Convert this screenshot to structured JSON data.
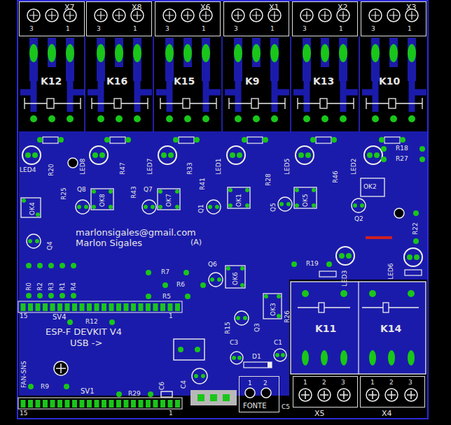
{
  "diagram": {
    "nodes": [
      {
        "text": [
          "X7",
          "3",
          "1"
        ]
      },
      {
        "text": [
          "X8",
          "3",
          "1"
        ]
      },
      {
        "text": [
          "X6",
          "3",
          "1"
        ]
      },
      {
        "text": [
          "X1",
          "3",
          "1"
        ]
      },
      {
        "text": [
          "X2",
          "3",
          "1"
        ]
      },
      {
        "text": [
          "X3",
          "3",
          "1"
        ]
      },
      {
        "text": [
          "1",
          "2",
          "FONTE"
        ]
      },
      {
        "text": [
          "1",
          "2",
          "3",
          "X5"
        ]
      },
      {
        "text": [
          "1",
          "2",
          "3",
          "X4"
        ]
      }
    ],
    "labels": [
      "K12",
      "K16",
      "K15",
      "K9",
      "K13",
      "K10",
      "LED4",
      "LED8",
      "LED7",
      "LED1",
      "LED5",
      "LED2",
      "R20",
      "R25",
      "R47",
      "R43",
      "R33",
      "R41",
      "R28",
      "R46",
      "R18",
      "R27",
      "Q8",
      "Q7",
      "OK4",
      "OK8",
      "OK7",
      "Q1",
      "OK1",
      "Q5",
      "OK5",
      "OK2",
      "Q2",
      "R22",
      "Q4",
      "marlonsigales@gmail.com",
      "Marlon Sigales",
      "(A)",
      "LED3",
      "LED6",
      "R19",
      "Q6",
      "OK6",
      "R7",
      "R6",
      "R5",
      "R0",
      "R2",
      "R3",
      "R1",
      "R4",
      "OK3",
      "R26",
      "15",
      "SV4",
      "R12",
      "1",
      "R15",
      "Q3",
      "ESP-F DEVKIT V4",
      "USB ->",
      "C3",
      "C1",
      "FAN-SNS",
      "D1",
      "R9",
      "SV1",
      "R29",
      "C6",
      "C4",
      "C5",
      "15",
      "1",
      "K11",
      "K14"
    ]
  }
}
